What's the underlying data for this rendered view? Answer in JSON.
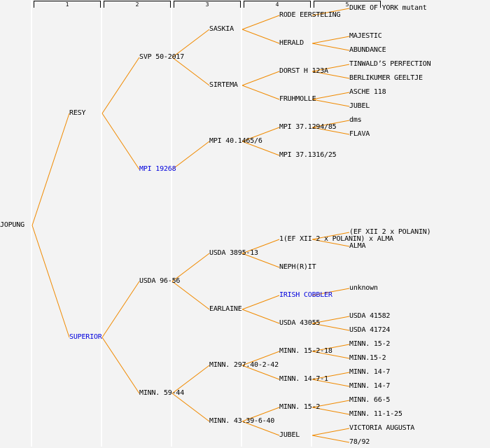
{
  "columns": [
    "1",
    "2",
    "3",
    "4",
    "5"
  ],
  "colors": {
    "background": "#f3f3f3",
    "line": "#f08a00",
    "text": "#000000",
    "link_text": "#0000dd"
  },
  "pedigree": {
    "label": "JOPUNG",
    "parents": [
      {
        "label": "RESY",
        "parents": [
          {
            "label": "SVP 50-2017",
            "parents": [
              {
                "label": "SASKIA",
                "parents": [
                  {
                    "label": "RODE EERSTELING",
                    "parents": [
                      {
                        "label": "DUKE OF YORK mutant"
                      },
                      null
                    ]
                  },
                  {
                    "label": "HERALD",
                    "parents": [
                      {
                        "label": "MAJESTIC"
                      },
                      {
                        "label": "ABUNDANCE"
                      }
                    ]
                  }
                ]
              },
              {
                "label": "SIRTEMA",
                "parents": [
                  {
                    "label": "DORST H 123A",
                    "parents": [
                      {
                        "label": "TINWALD’S PERFECTION"
                      },
                      {
                        "label": "BERLIKUMER GEELTJE"
                      }
                    ]
                  },
                  {
                    "label": "FRUHMOLLE",
                    "parents": [
                      {
                        "label": "ASCHE 118"
                      },
                      {
                        "label": "JUBEL"
                      }
                    ]
                  }
                ]
              }
            ]
          },
          {
            "label": "MPI 19268",
            "link": true,
            "parents": [
              {
                "label": "MPI 40.1465/6",
                "parents": [
                  {
                    "label": "MPI 37.1294/85",
                    "parents": [
                      {
                        "label": "dms"
                      },
                      {
                        "label": "FLAVA"
                      }
                    ]
                  },
                  {
                    "label": "MPI 37.1316/25"
                  }
                ]
              },
              null
            ]
          }
        ]
      },
      {
        "label": "SUPERIOR",
        "link": true,
        "parents": [
          {
            "label": "USDA 96-56",
            "parents": [
              {
                "label": "USDA 3895-13",
                "parents": [
                  {
                    "label": "1(EF XII 2 x POLANIN) x ALMA",
                    "parents": [
                      {
                        "label": "(EF XII 2 x POLANIN)"
                      },
                      {
                        "label": "ALMA"
                      }
                    ]
                  },
                  {
                    "label": "NEPH(R)IT"
                  }
                ]
              },
              {
                "label": "EARLAINE",
                "parents": [
                  {
                    "label": "IRISH COBBLER",
                    "link": true,
                    "parents": [
                      {
                        "label": "unknown"
                      },
                      null
                    ]
                  },
                  {
                    "label": "USDA 43055",
                    "parents": [
                      {
                        "label": "USDA 41582"
                      },
                      {
                        "label": "USDA 41724"
                      }
                    ]
                  }
                ]
              }
            ]
          },
          {
            "label": "MINN. 59-44",
            "parents": [
              {
                "label": "MINN. 297.40-2-42",
                "parents": [
                  {
                    "label": "MINN. 15-2-18",
                    "parents": [
                      {
                        "label": "MINN. 15-2"
                      },
                      {
                        "label": "MINN.15-2"
                      }
                    ]
                  },
                  {
                    "label": "MINN. 14-7-1",
                    "parents": [
                      {
                        "label": "MINN. 14-7"
                      },
                      {
                        "label": "MINN. 14-7"
                      }
                    ]
                  }
                ]
              },
              {
                "label": "MINN. 43.39-6-40",
                "parents": [
                  {
                    "label": "MINN. 15-2",
                    "parents": [
                      {
                        "label": "MINN. 66-5"
                      },
                      {
                        "label": "MINN. 11-1-25"
                      }
                    ]
                  },
                  {
                    "label": "JUBEL",
                    "parents": [
                      {
                        "label": "VICTORIA AUGUSTA"
                      },
                      {
                        "label": "78/92"
                      }
                    ]
                  }
                ]
              }
            ]
          }
        ]
      }
    ]
  }
}
